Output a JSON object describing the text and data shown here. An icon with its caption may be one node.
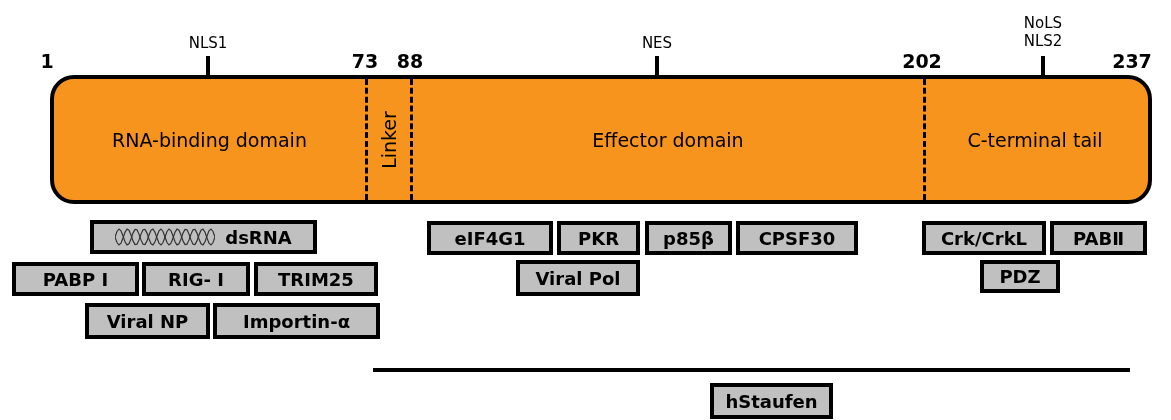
{
  "diagram": {
    "nodes": [
      {
        "text": [
          "RNA-binding domain"
        ]
      },
      {
        "text": [
          "Linker"
        ]
      },
      {
        "text": [
          "Effector domain"
        ]
      },
      {
        "text": [
          "C-terminal tail"
        ]
      },
      {
        "text": [
          "dsRNA"
        ]
      },
      {
        "text": [
          "PABP I"
        ]
      },
      {
        "text": [
          "RIG- I"
        ]
      },
      {
        "text": [
          "TRIM25"
        ]
      },
      {
        "text": [
          "Viral NP"
        ]
      },
      {
        "text": [
          "Importin-α"
        ]
      },
      {
        "text": [
          "eIF4G1"
        ]
      },
      {
        "text": [
          "PKR"
        ]
      },
      {
        "text": [
          "p85β"
        ]
      },
      {
        "text": [
          "CPSF30"
        ]
      },
      {
        "text": [
          "Viral Pol"
        ]
      },
      {
        "text": [
          "Crk/CrkL"
        ]
      },
      {
        "text": [
          "PABⅡ"
        ]
      },
      {
        "text": [
          "PDZ"
        ]
      },
      {
        "text": [
          "hStaufen"
        ]
      }
    ],
    "labels": [
      "NoLS NLS2",
      "NLS1",
      "NES",
      "1",
      "73",
      "88",
      "202",
      "237"
    ]
  }
}
